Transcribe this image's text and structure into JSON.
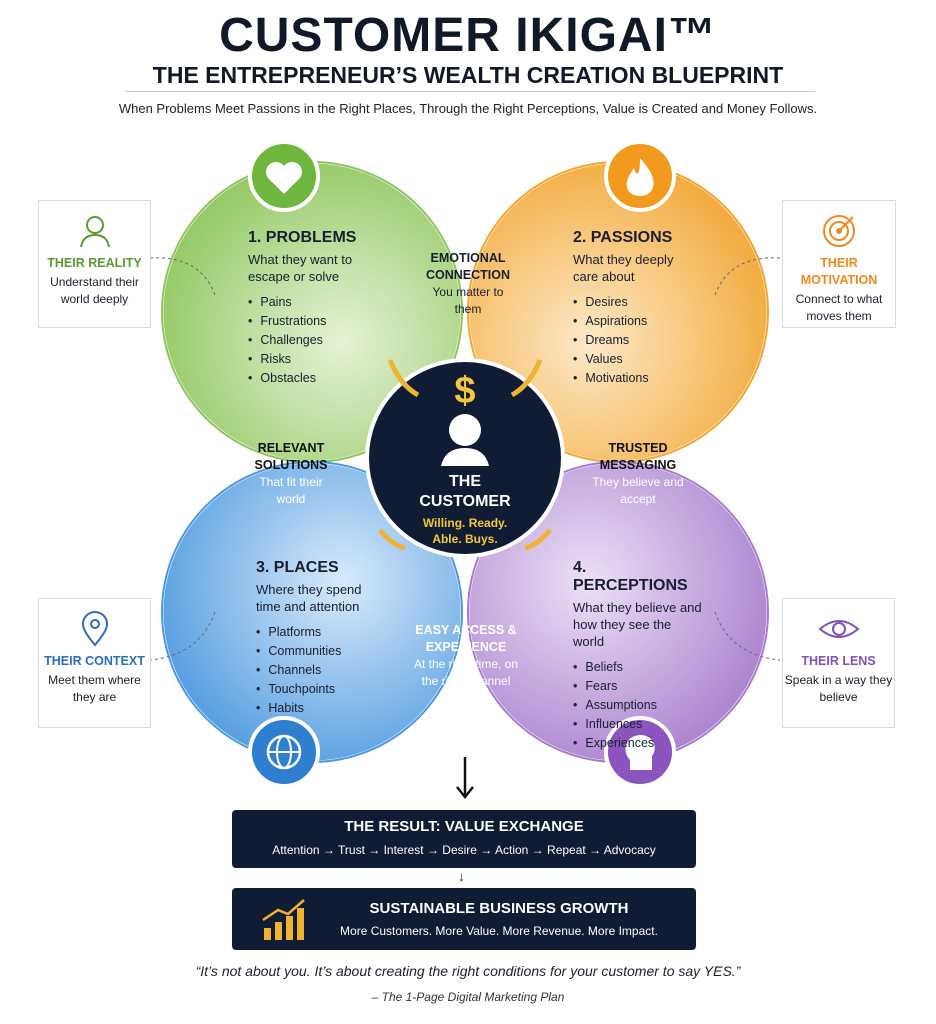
{
  "header": {
    "title": "CUSTOMER IKIGAI™",
    "subtitle": "THE ENTREPRENEUR’S WEALTH CREATION BLUEPRINT",
    "tagline": "When Problems Meet Passions in the Right Places, Through the Right Perceptions, Value is Created and Money Follows."
  },
  "circles": [
    {
      "title": "1. PROBLEMS",
      "desc": "What they want to escape or solve",
      "items": [
        "Pains",
        "Frustrations",
        "Challenges",
        "Risks",
        "Obstacles"
      ],
      "icon": "heart-icon",
      "color": "#7dbb45"
    },
    {
      "title": "2. PASSIONS",
      "desc": "What they deeply care about",
      "items": [
        "Desires",
        "Aspirations",
        "Dreams",
        "Values",
        "Motivations"
      ],
      "icon": "flame-icon",
      "color": "#f2a531"
    },
    {
      "title": "3. PLACES",
      "desc": "Where they spend time and attention",
      "items": [
        "Platforms",
        "Communities",
        "Channels",
        "Touchpoints",
        "Habits"
      ],
      "icon": "globe-icon",
      "color": "#3d8fd8"
    },
    {
      "title": "4. PERCEPTIONS",
      "desc": "What they believe and how they see the world",
      "items": [
        "Beliefs",
        "Fears",
        "Assumptions",
        "Influences",
        "Experiences"
      ],
      "icon": "head-icon",
      "color": "#9a6cc4"
    }
  ],
  "overlaps": {
    "emotional": {
      "title": "EMOTIONAL CONNECTION",
      "desc": "You matter to them"
    },
    "relevant": {
      "title": "RELEVANT SOLUTIONS",
      "desc": "That fit their world"
    },
    "trusted": {
      "title": "TRUSTED MESSAGING",
      "desc": "They believe and accept"
    },
    "access": {
      "title": "EASY ACCESS & EXPERIENCE",
      "desc": "At the right time, on the right channel"
    }
  },
  "center": {
    "symbol": "$",
    "title1": "THE",
    "title2": "CUSTOMER",
    "tag1": "Willing. Ready.",
    "tag2": "Able. Buys."
  },
  "sides": [
    {
      "title": "THEIR REALITY",
      "desc": "Understand their world deeply",
      "color": "#5a9a2f"
    },
    {
      "title": "THEIR MOTIVATION",
      "desc": "Connect to what moves them",
      "color": "#ee8a1d"
    },
    {
      "title": "THEIR CONTEXT",
      "desc": "Meet them where they are",
      "color": "#2b6fb8"
    },
    {
      "title": "THEIR LENS",
      "desc": "Speak in a way they believe",
      "color": "#8552b5"
    }
  ],
  "result": {
    "title": "THE RESULT: VALUE EXCHANGE",
    "steps": [
      "Attention",
      "Trust",
      "Interest",
      "Desire",
      "Action",
      "Repeat",
      "Advocacy"
    ]
  },
  "growth": {
    "title": "SUSTAINABLE BUSINESS GROWTH",
    "desc": "More Customers. More Value. More Revenue. More Impact."
  },
  "quote": {
    "text": "“It’s not about you. It’s about creating the right conditions for your customer to say YES.”",
    "source": "– The 1-Page Digital Marketing Plan"
  }
}
